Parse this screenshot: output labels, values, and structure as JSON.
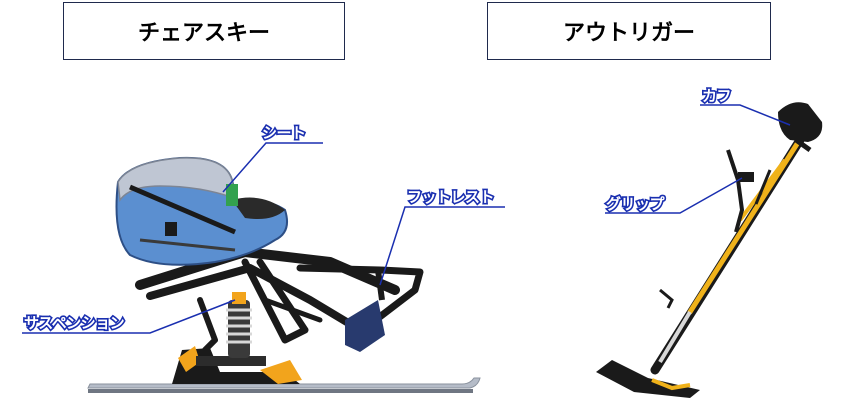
{
  "titles": {
    "chair_ski": "チェアスキー",
    "outrigger": "アウトリガー"
  },
  "labels": {
    "seat": "シート",
    "footrest": "フットレスト",
    "suspension": "サスペンション",
    "cuff": "カフ",
    "grip": "グリップ"
  },
  "colors": {
    "title_border": "#1f2a4d",
    "label_line": "#1a2fb0",
    "seat_blue": "#5b8fd0",
    "frame": "#1a1a1a",
    "accent_orange": "#f2a41c",
    "outrigger_yellow": "#f0b21a"
  }
}
